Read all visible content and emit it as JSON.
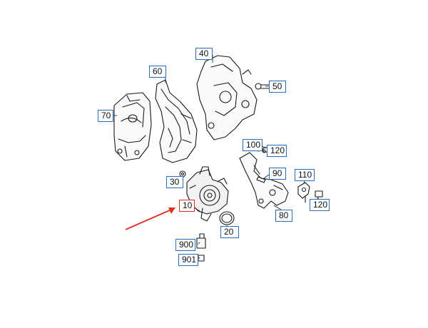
{
  "diagram": {
    "colors": {
      "line": "#1a1a1a",
      "callout_border": "#2b6fb8",
      "selected_border": "#e0301e",
      "arrow": "#e0301e"
    },
    "callouts": [
      {
        "key": "c10",
        "label": "10",
        "selected": true
      },
      {
        "key": "c20",
        "label": "20"
      },
      {
        "key": "c30",
        "label": "30"
      },
      {
        "key": "c40",
        "label": "40"
      },
      {
        "key": "c50",
        "label": "50"
      },
      {
        "key": "c60",
        "label": "60"
      },
      {
        "key": "c70",
        "label": "70"
      },
      {
        "key": "c80",
        "label": "80"
      },
      {
        "key": "c90",
        "label": "90"
      },
      {
        "key": "c100",
        "label": "100"
      },
      {
        "key": "c110",
        "label": "110"
      },
      {
        "key": "c120a",
        "label": "120"
      },
      {
        "key": "c120b",
        "label": "120"
      },
      {
        "key": "c900",
        "label": "900"
      },
      {
        "key": "c901",
        "label": "901"
      }
    ]
  }
}
